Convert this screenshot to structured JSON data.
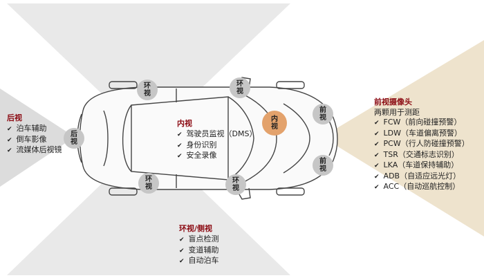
{
  "colors": {
    "header": "#8b0a12",
    "bubble_grey": "#c6c6c6",
    "bubble_orange": "#e3a26c",
    "beam_front": "#eee3cd",
    "beam_side": "#dedede"
  },
  "rear": {
    "title": "后视",
    "items": [
      "泊车辅助",
      "倒车影像",
      "流媒体后视镜"
    ]
  },
  "interior": {
    "title": "内视",
    "items": [
      "驾驶员监视（DMS）",
      "身份识别",
      "安全录像"
    ]
  },
  "front": {
    "title": "前视摄像头",
    "subtitle": "两颗用于测距",
    "items": [
      "FCW（前向碰撞预警）",
      "LDW（车道偏离预警）",
      "PCW（行人防碰撞预警）",
      "TSR（交通标志识别）",
      "LKA（车道保持辅助）",
      "ADB（自适应远光灯）",
      "ACC（自动巡航控制）"
    ]
  },
  "surround": {
    "title": "环视/侧视",
    "items": [
      "盲点检测",
      "变道辅助",
      "自动泊车"
    ]
  },
  "bubbles": {
    "surround_top_left": [
      "环",
      "视"
    ],
    "surround_top_right": [
      "环",
      "视"
    ],
    "surround_bottom_left": [
      "环",
      "视"
    ],
    "surround_bottom_right": [
      "环",
      "视"
    ],
    "rear": [
      "后",
      "视"
    ],
    "interior": [
      "内",
      "视"
    ],
    "front_top": [
      "前",
      "视"
    ],
    "front_bottom": [
      "前",
      "视"
    ]
  }
}
